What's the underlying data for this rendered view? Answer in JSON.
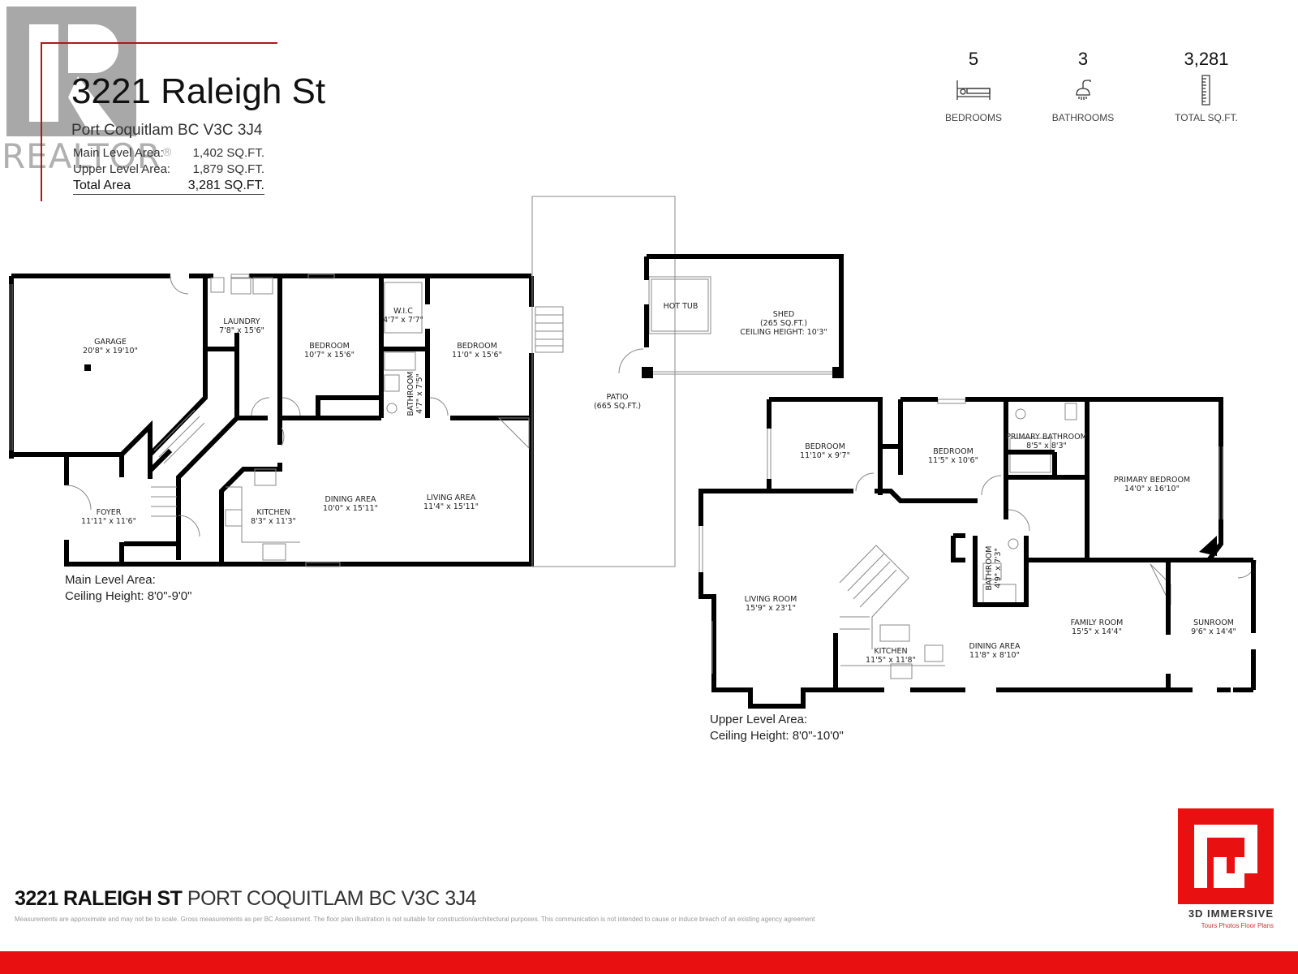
{
  "header": {
    "watermark": {
      "word": "REALTOR",
      "reg": "®"
    },
    "title": "3221 Raleigh St",
    "subtitle": "Port Coquitlam BC V3C 3J4",
    "areas": [
      {
        "label": "Main Level Area:",
        "value": "1,402 SQ.FT."
      },
      {
        "label": "Upper Level Area:",
        "value": "1,879 SQ.FT."
      }
    ],
    "total": {
      "label": "Total Area",
      "value": "3,281 SQ.FT."
    }
  },
  "stats": [
    {
      "value": "5",
      "label": "BEDROOMS",
      "icon": "bed-icon"
    },
    {
      "value": "3",
      "label": "BATHROOMS",
      "icon": "shower-icon"
    },
    {
      "value": "3,281",
      "label": "TOTAL SQ.FT.",
      "icon": "ruler-icon"
    }
  ],
  "main_level": {
    "title": "Main Level Area:",
    "ceiling": "Ceiling Height: 8'0\"-9'0\"",
    "rooms": [
      {
        "name": "GARAGE",
        "dim": "20'8\" x 19'10\""
      },
      {
        "name": "LAUNDRY",
        "dim": "7'8\" x 15'6\""
      },
      {
        "name": "BEDROOM",
        "dim": "10'7\" x 15'6\""
      },
      {
        "name": "W.I.C",
        "dim": "4'7\" x 7'7\""
      },
      {
        "name": "BEDROOM",
        "dim": "11'0\" x 15'6\""
      },
      {
        "name": "BATHROOM",
        "dim": "4'7\" x 7'5\""
      },
      {
        "name": "FOYER",
        "dim": "11'11\" x 11'6\""
      },
      {
        "name": "KITCHEN",
        "dim": "8'3\" x 11'3\""
      },
      {
        "name": "DINING AREA",
        "dim": "10'0\" x 15'11\""
      },
      {
        "name": "LIVING AREA",
        "dim": "11'4\" x 15'11\""
      }
    ]
  },
  "outdoor": {
    "patio": {
      "name": "PATIO",
      "dim": "(665 SQ.FT.)"
    },
    "hot_tub": {
      "name": "HOT TUB"
    },
    "shed": {
      "name": "SHED",
      "dim": "(265 SQ.FT.)",
      "ceiling": "CEILING HEIGHT: 10'3\""
    }
  },
  "upper_level": {
    "title": "Upper Level Area:",
    "ceiling": "Ceiling Height: 8'0\"-10'0\"",
    "rooms": [
      {
        "name": "BEDROOM",
        "dim": "11'10\" x 9'7\""
      },
      {
        "name": "BEDROOM",
        "dim": "11'5\" x 10'6\""
      },
      {
        "name": "PRIMARY BATHROOM",
        "dim": "8'5\" x 8'3\""
      },
      {
        "name": "PRIMARY BEDROOM",
        "dim": "14'0\" x 16'10\""
      },
      {
        "name": "BATHROOM",
        "dim": "4'9\" x 7'3\""
      },
      {
        "name": "LIVING ROOM",
        "dim": "15'9\" x 23'1\""
      },
      {
        "name": "KITCHEN",
        "dim": "11'5\" x 11'8\""
      },
      {
        "name": "DINING AREA",
        "dim": "11'8\" x 8'10\""
      },
      {
        "name": "FAMILY ROOM",
        "dim": "15'5\" x 14'4\""
      },
      {
        "name": "SUNROOM",
        "dim": "9'6\" x 14'4\""
      }
    ]
  },
  "footer": {
    "address_bold": "3221 RALEIGH ST",
    "address_rest": " PORT COQUITLAM BC V3C 3J4",
    "disclaimer": "Measurements are approximate and may not be to scale. Gross measurements as per BC Assessment. The floor plan illustration is not suitable for construction/architectural purposes. This communication is not intended to cause or induce breach of an existing agency agreement",
    "brand": "3D IMMERSIVE",
    "brand_tagline": "Tours  Photos  Floor Plans"
  },
  "colors": {
    "brand_red": "#e81010",
    "accent_line": "#a81c1c",
    "wall": "#000000",
    "watermark_gray": "#a8a8a8"
  }
}
